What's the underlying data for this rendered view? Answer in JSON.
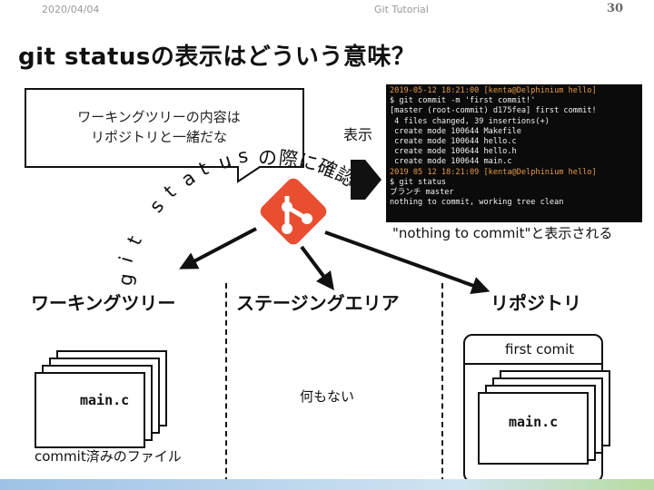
{
  "header": {
    "date": "2020/04/04",
    "center": "Git Tutorial",
    "page_number": "30"
  },
  "title": "git statusの表示はどういう意味？",
  "bubble": {
    "line1": "ワーキングツリーの内容は",
    "line2": "リポジトリと一緒だな"
  },
  "display_label": "表示",
  "terminal": {
    "lines": [
      {
        "text": "2019-05-12 18:21:00 [kenta@Delphinium hello]",
        "color": "orange"
      },
      {
        "text": "$ git commit -m 'first commit!'",
        "color": ""
      },
      {
        "text": "[master (root-commit) d175fea] first commit!",
        "color": ""
      },
      {
        "text": " 4 files changed, 39 insertions(+)",
        "color": ""
      },
      {
        "text": " create mode 100644 Makefile",
        "color": ""
      },
      {
        "text": " create mode 100644 hello.c",
        "color": ""
      },
      {
        "text": " create mode 100644 hello.h",
        "color": ""
      },
      {
        "text": " create mode 100644 main.c",
        "color": ""
      },
      {
        "text": "2019 05 12 18:21:09 [kenta@Delphinium hello]",
        "color": "orange"
      },
      {
        "text": "$ git status",
        "color": ""
      },
      {
        "text": "ブランチ master",
        "color": ""
      },
      {
        "text": "nothing to commit, working tree clean",
        "color": ""
      }
    ]
  },
  "caption": "\"nothing to commit\"と表示される",
  "curved_text": {
    "chars": [
      "g",
      "i",
      "t",
      " ",
      "s",
      "t",
      "a",
      "t",
      "u",
      "s",
      "の",
      "際",
      "に",
      "確",
      "認"
    ]
  },
  "areas": {
    "working_tree": "ワーキングツリー",
    "staging": "ステージングエリア",
    "repository": "リポジトリ"
  },
  "working_tree": {
    "file": "main.c",
    "note": "commit済みのファイル"
  },
  "staging": {
    "note": "何もない"
  },
  "repository": {
    "commit_label": "first comit",
    "file": "main.c"
  },
  "colors": {
    "git_logo": "#e94e31",
    "terminal_bg": "#0b0b0b",
    "prompt": "#e59a4a"
  }
}
